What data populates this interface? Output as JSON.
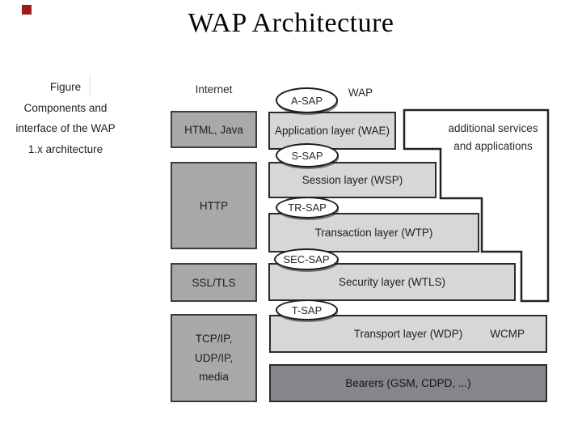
{
  "slide": {
    "title": "WAP Architecture"
  },
  "caption": {
    "lines": [
      "Figure",
      "Components and",
      "interface of the WAP",
      "1.x architecture"
    ]
  },
  "diagram": {
    "column_labels": {
      "internet": "Internet",
      "wap": "WAP"
    },
    "internet_stack": [
      {
        "label": "HTML, Java"
      },
      {
        "label": "HTTP"
      },
      {
        "label": "SSL/TLS"
      },
      {
        "lines": [
          "TCP/IP,",
          "UDP/IP,",
          "media"
        ]
      }
    ],
    "wap_stack": [
      "Application layer (WAE)",
      "Session layer (WSP)",
      "Transaction layer (WTP)",
      "Security layer (WTLS)",
      "Transport layer (WDP)",
      "Bearers (GSM, CDPD, ...)"
    ],
    "saps": [
      "A-SAP",
      "S-SAP",
      "TR-SAP",
      "SEC-SAP",
      "T-SAP"
    ],
    "side_box": {
      "line1": "additional services",
      "line2": "and applications"
    },
    "wcmp_label": "WCMP",
    "colors": {
      "internet_fill": "#a9a9ac",
      "layer_fill": "#d7d7d9",
      "bearer_fill": "#86868a",
      "box_border": "#2b2b2d",
      "accent_red": "#9e1b1e"
    }
  }
}
